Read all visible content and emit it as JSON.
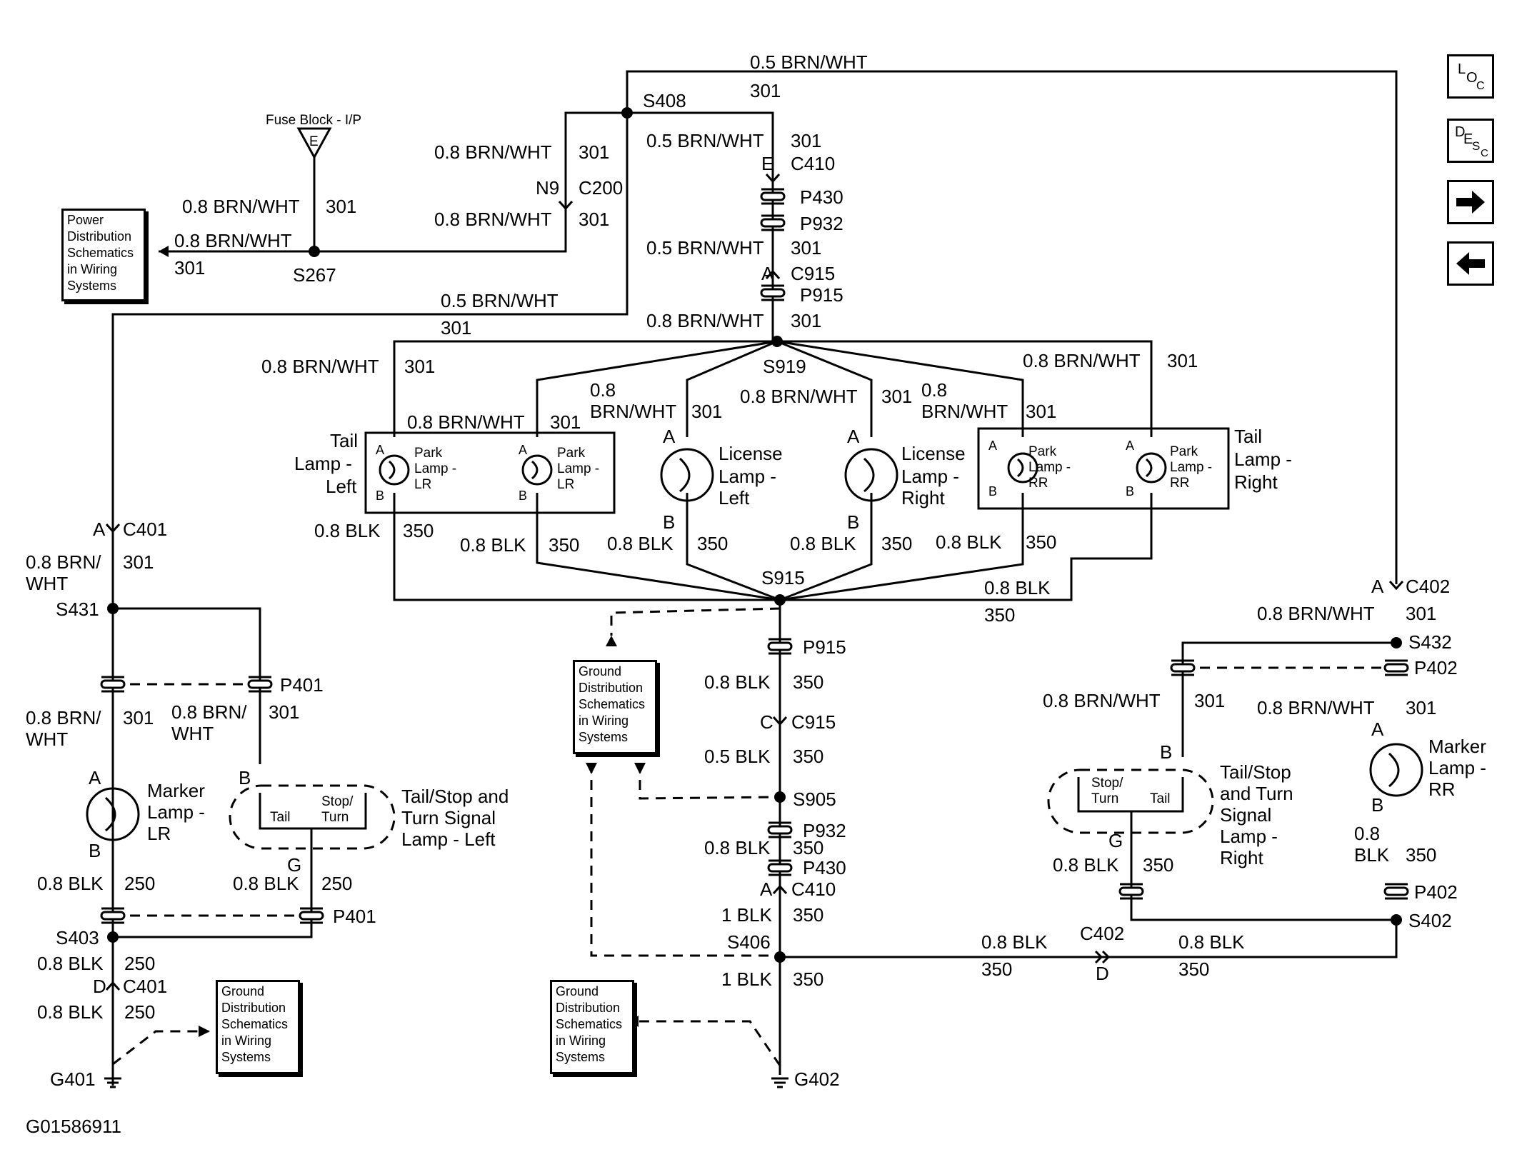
{
  "diagram_id": "G01586911",
  "nav": {
    "loc": {
      "a": "L",
      "b": "O",
      "c": "C"
    },
    "desc": {
      "a": "D",
      "b": "E",
      "c": "S",
      "d": "C"
    },
    "next_icon": "arrow-right-icon",
    "prev_icon": "arrow-left-icon"
  },
  "refs": {
    "power_dist": [
      "Power",
      "Distribution",
      "Schematics",
      "in Wiring",
      "Systems"
    ],
    "ground_dist": [
      "Ground",
      "Distribution",
      "Schematics",
      "in Wiring",
      "Systems"
    ]
  },
  "fuse_block": "Fuse Block - I/P",
  "fuse_letter": "E",
  "w": {
    "t05": "0.5 BRN/WHT",
    "t08": "0.8 BRN/WHT",
    "t08a": "0.8 BRN/",
    "t08b": "WHT",
    "t08c": "0.8",
    "t08d": "BRN/WHT",
    "c301": "301",
    "b08": "0.8 BLK",
    "b05": "0.5 BLK",
    "b1": "1 BLK",
    "b08a": "0.8",
    "b08b": "BLK",
    "c350": "350",
    "c250": "250"
  },
  "n": {
    "S408": "S408",
    "S267": "S267",
    "S919": "S919",
    "S915": "S915",
    "S905": "S905",
    "S406": "S406",
    "S431": "S431",
    "S403": "S403",
    "S432": "S432",
    "S402": "S402",
    "C410": "C410",
    "C200": "C200",
    "C915": "C915",
    "C401": "C401",
    "C402": "C402",
    "P430": "P430",
    "P932": "P932",
    "P915": "P915",
    "P401": "P401",
    "P402": "P402",
    "G401": "G401",
    "G402": "G402",
    "N9": "N9"
  },
  "pins": {
    "A": "A",
    "B": "B",
    "C": "C",
    "D": "D",
    "E": "E",
    "G": "G"
  },
  "lamps": {
    "tail_left": [
      "Tail",
      "Lamp -",
      "Left"
    ],
    "tail_right": [
      "Tail",
      "Lamp -",
      "Right"
    ],
    "park_lr": [
      "Park",
      "Lamp -",
      "LR"
    ],
    "park_rr": [
      "Park",
      "Lamp -",
      "RR"
    ],
    "license_left": [
      "License",
      "Lamp -",
      "Left"
    ],
    "license_right": [
      "License",
      "Lamp -",
      "Right"
    ],
    "marker_lr": [
      "Marker",
      "Lamp -",
      "LR"
    ],
    "marker_rr": [
      "Marker",
      "Lamp -",
      "RR"
    ],
    "tst_left": [
      "Tail/Stop and",
      "Turn Signal",
      "Lamp - Left"
    ],
    "tst_right": [
      "Tail/Stop",
      "and Turn",
      "Signal",
      "Lamp -",
      "Right"
    ],
    "stop_turn": [
      "Stop/",
      "Turn"
    ],
    "tail": "Tail"
  }
}
